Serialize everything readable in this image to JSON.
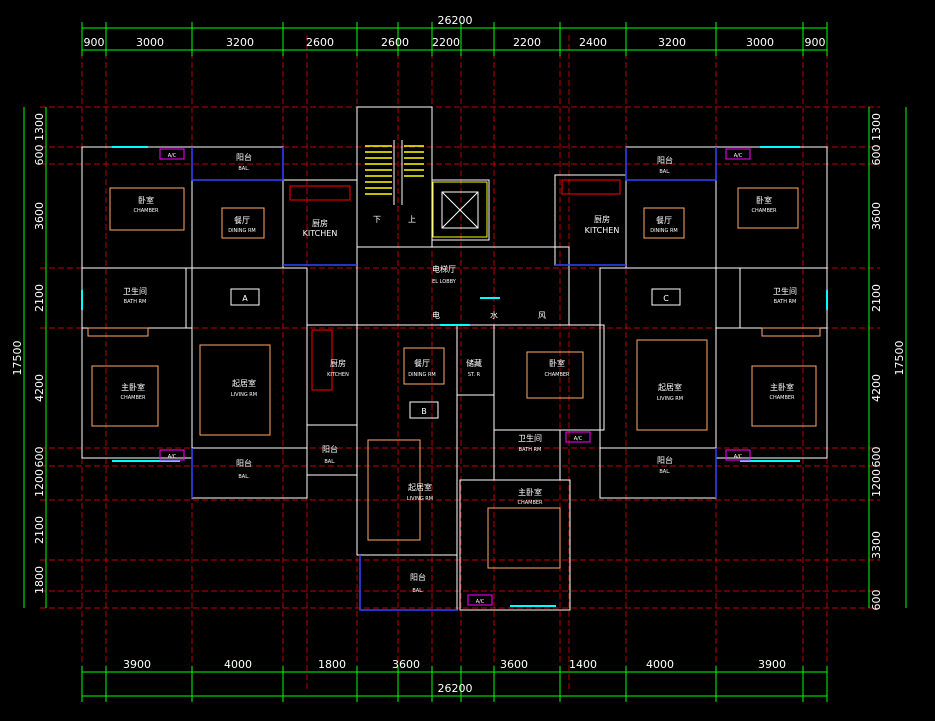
{
  "title_dimension": "26200",
  "top_dims": [
    "900",
    "3000",
    "3200",
    "2600",
    "2600",
    "2200",
    "2200",
    "2400",
    "3200",
    "3000",
    "900"
  ],
  "bottom_dims": [
    "3900",
    "4000",
    "1800",
    "3600",
    "3600",
    "1400",
    "4000",
    "3900"
  ],
  "bottom_total": "26200",
  "left_dims": [
    "1300",
    "600",
    "3600",
    "2100",
    "4200",
    "600",
    "1200",
    "2100",
    "1800"
  ],
  "left_total": "17500",
  "right_dims": [
    "1300",
    "600",
    "3600",
    "2100",
    "4200",
    "600",
    "1200",
    "3300",
    "600"
  ],
  "right_total": "17500",
  "rooms": {
    "balcony": "阳台",
    "bal": "BAL.",
    "bedroom": "卧室",
    "chamber": "CHAMBER",
    "dining": "餐厅",
    "dining_en": "DINING RM",
    "kitchen": "厨房",
    "kitchen_en": "KITCHEN",
    "bath": "卫生间",
    "bath_en": "BATH RM",
    "living": "起居室",
    "living_en": "LIVING RM",
    "master": "主卧室",
    "elevator_lobby": "电梯厅",
    "elevator_lobby_en": "EL LOBBY",
    "storage": "储藏",
    "storage_en": "ST. R",
    "down": "下",
    "up": "上",
    "elec": "电",
    "water": "水",
    "wind": "风",
    "ac": "A/C"
  },
  "unit_tags": [
    "A",
    "B",
    "C"
  ],
  "colors": {
    "background": "#000000",
    "wall": "#ffffff",
    "grid_red": "#ff0000",
    "dim_green": "#00ff00",
    "furniture": "#ffaa66",
    "window_cyan": "#00ffff",
    "blue": "#3344ff",
    "magenta": "#ff00ff",
    "yellow": "#ffff00"
  }
}
